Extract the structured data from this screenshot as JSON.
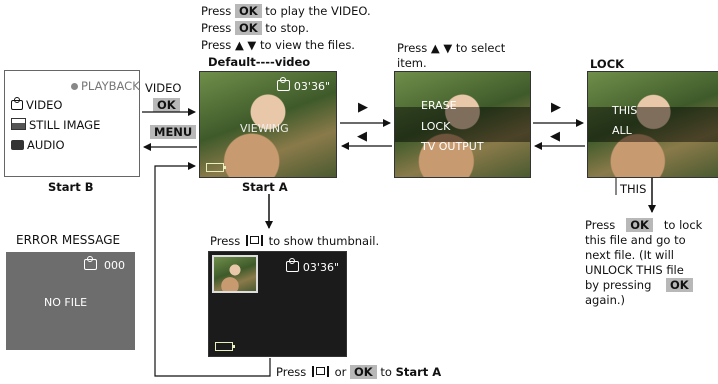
{
  "instructions": {
    "press": "Press",
    "ok": "OK",
    "play_video": "to play the VIDEO.",
    "stop": "to stop.",
    "view_files": "to view the files."
  },
  "headers": {
    "default_video": "Default----video",
    "select_item": "Press ▲ ▼ to select",
    "item": "item.",
    "lock": "LOCK"
  },
  "playback_box": {
    "title": "PLAYBACK",
    "items": [
      "VIDEO",
      "STILL IMAGE",
      "AUDIO"
    ],
    "caption": "Start B"
  },
  "side_labels": {
    "video": "VIDEO",
    "ok": "OK",
    "menu": "MENU"
  },
  "screen_a": {
    "time": "03'36\"",
    "overlay": "VIEWING",
    "caption": "Start A"
  },
  "menu_screen": {
    "items": [
      "ERASE",
      "LOCK",
      "TV OUTPUT"
    ]
  },
  "lock_screen": {
    "items": [
      "THIS",
      "ALL"
    ],
    "selected_label": "THIS"
  },
  "lock_text": {
    "l1a": "Press",
    "ok1": "OK",
    "l1b": "to lock",
    "l2": "this file and go to",
    "l3": "next file. (It will",
    "l4": "UNLOCK THIS file",
    "l5a": "by pressing",
    "ok2": "OK",
    "l6": "again.)"
  },
  "error": {
    "title": "ERROR MESSAGE",
    "counter": "000",
    "message": "NO FILE"
  },
  "thumbnail": {
    "instruction_press": "Press",
    "instruction_rest": "to show thumbnail.",
    "time": "03'36\"",
    "bottom_press": "Press",
    "bottom_or": "or",
    "bottom_ok": "OK",
    "bottom_to": "to",
    "bottom_start": "Start A"
  },
  "colors": {
    "ok_bg": "#b8b8b8",
    "osd_text": "#ffffff",
    "screen_dark": "#1b1b1b",
    "error_bg": "#6d6d6d"
  }
}
